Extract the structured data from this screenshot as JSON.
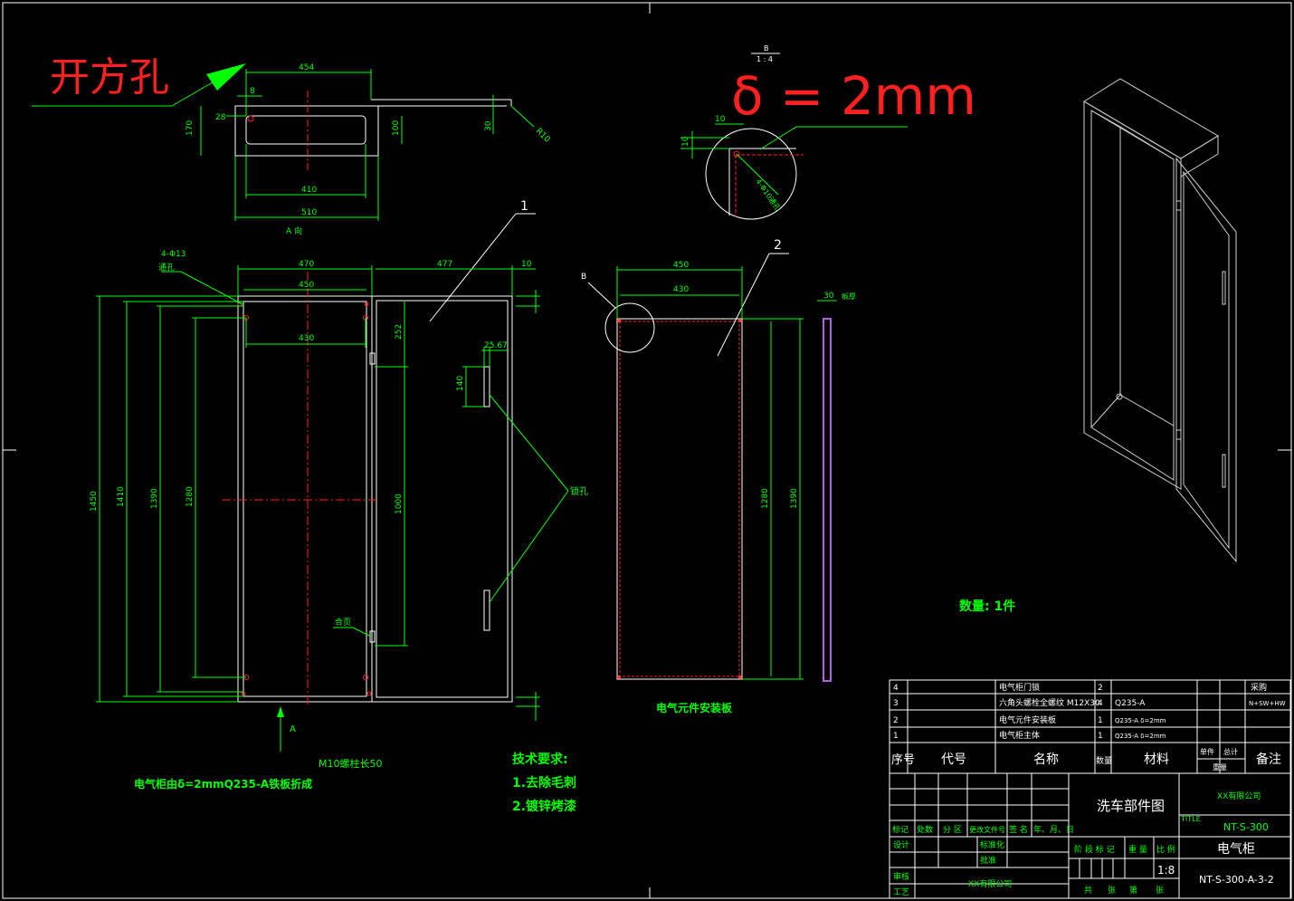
{
  "colors": {
    "background": "#000000",
    "line": "#ffffff",
    "dimension": "#00ff00",
    "centerline": "#ff0000",
    "note_text": "#00ff00",
    "title_text": "#ffffff",
    "red_title": "#ff2020",
    "hole_view_text": "#ff2020",
    "side_strip": "#b060e0",
    "table_green": "#00ff00"
  },
  "titles": {
    "open_square_hole": "开方孔",
    "delta_thickness": "δ = 2mm",
    "detail_scale_top": "B",
    "detail_scale_bottom": "1 : 4"
  },
  "view_a": {
    "caption": "A 向",
    "dim_454": "454",
    "dim_8": "8",
    "dim_28": "28",
    "dim_170": "170",
    "dim_100": "100",
    "dim_410": "410",
    "dim_510": "510",
    "dim_30": "30",
    "dim_r10": "R10"
  },
  "detail_b": {
    "dim_10a": "10",
    "dim_10b": "10",
    "hole_note": "4-Φ10通孔"
  },
  "front_view": {
    "part_no": "1",
    "hole_note": "4-Φ13",
    "hole_note_2": "通孔",
    "dim_470": "470",
    "dim_450": "450",
    "dim_430": "430",
    "dim_477": "477",
    "dim_10": "10",
    "dim_252": "252",
    "dim_25_67": "25.67",
    "dim_140": "140",
    "dim_1450": "1450",
    "dim_1410": "1410",
    "dim_1390": "1390",
    "dim_1280": "1280",
    "dim_1000": "1000",
    "lock_hole": "锁孔",
    "hinge": "合页",
    "view_arrow": "A",
    "bolt_note": "M10螺柱长50",
    "material_note": "电气柜由δ=2mmQ235-A铁板折成"
  },
  "plate_view": {
    "part_no": "2",
    "detail_mark": "B",
    "dim_450": "450",
    "dim_430": "430",
    "dim_1280": "1280",
    "dim_1390": "1390",
    "dim_30": "30",
    "thickness_note": "板厚",
    "caption": "电气元件安装板"
  },
  "tech_requirements": {
    "heading": "技术要求:",
    "items": [
      "1.去除毛刺",
      "2.镀锌烤漆"
    ]
  },
  "quantity_note": "数量: 1件",
  "bom": {
    "rows": [
      {
        "no": "4",
        "code": "",
        "name": "电气柜门锁",
        "qty": "2",
        "material": "",
        "remark": "采购"
      },
      {
        "no": "3",
        "code": "",
        "name": "六角头螺栓全螺纹 M12X30",
        "qty": "4",
        "material": "Q235-A",
        "remark": "N+SW+HW"
      },
      {
        "no": "2",
        "code": "",
        "name": "电气元件安装板",
        "qty": "1",
        "material": "Q235-A δ=2mm",
        "remark": ""
      },
      {
        "no": "1",
        "code": "",
        "name": "电气柜主体",
        "qty": "1",
        "material": "Q235-A δ=2mm",
        "remark": ""
      }
    ],
    "header": {
      "no": "序号",
      "code": "代号",
      "name": "名称",
      "qty": "数量",
      "material": "材料",
      "unit": "单件",
      "total": "总计",
      "weight": "重量",
      "remark": "备注"
    }
  },
  "title_block": {
    "drawing_name": "洗车部件图",
    "company": "XX有限公司",
    "title_label": "TITLE",
    "title_code": "NT-S-300",
    "part_name": "电气柜",
    "drawing_no": "NT-S-300-A-3-2",
    "scale": "1:8",
    "row_labels": [
      "标记",
      "处数",
      "分 区",
      "更改文件号",
      "签 名",
      "年、月、日"
    ],
    "design": "设计",
    "standardize": "标准化",
    "review": "审核",
    "process": "工艺",
    "approve": "批准",
    "stage_mark": "阶 段 标 记",
    "weight": "重 量",
    "ratio": "比 例",
    "sheets_total": "共",
    "sheet_label": "张",
    "sheet_no": "第",
    "sheet_label_2": "张",
    "bottom_company": "XX有限公司"
  }
}
